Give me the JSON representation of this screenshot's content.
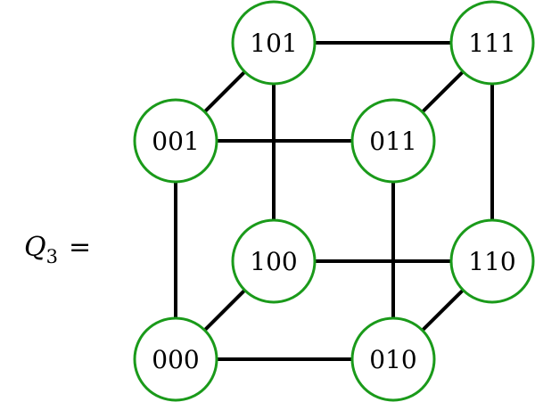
{
  "title": {
    "symbol": "Q",
    "subscript": "3",
    "relation": "="
  },
  "colors": {
    "node_stroke": "#1a9a1a",
    "edge": "#000000",
    "node_fill": "#ffffff"
  },
  "graph": {
    "name": "3-dimensional hypercube",
    "nodes": [
      {
        "id": "101",
        "label": "101"
      },
      {
        "id": "111",
        "label": "111"
      },
      {
        "id": "001",
        "label": "001"
      },
      {
        "id": "011",
        "label": "011"
      },
      {
        "id": "100",
        "label": "100"
      },
      {
        "id": "110",
        "label": "110"
      },
      {
        "id": "000",
        "label": "000"
      },
      {
        "id": "010",
        "label": "010"
      }
    ],
    "edges": [
      [
        "101",
        "111"
      ],
      [
        "001",
        "011"
      ],
      [
        "100",
        "110"
      ],
      [
        "000",
        "010"
      ],
      [
        "001",
        "101"
      ],
      [
        "011",
        "111"
      ],
      [
        "000",
        "100"
      ],
      [
        "010",
        "110"
      ],
      [
        "000",
        "001"
      ],
      [
        "010",
        "011"
      ],
      [
        "100",
        "101"
      ],
      [
        "110",
        "111"
      ]
    ]
  }
}
